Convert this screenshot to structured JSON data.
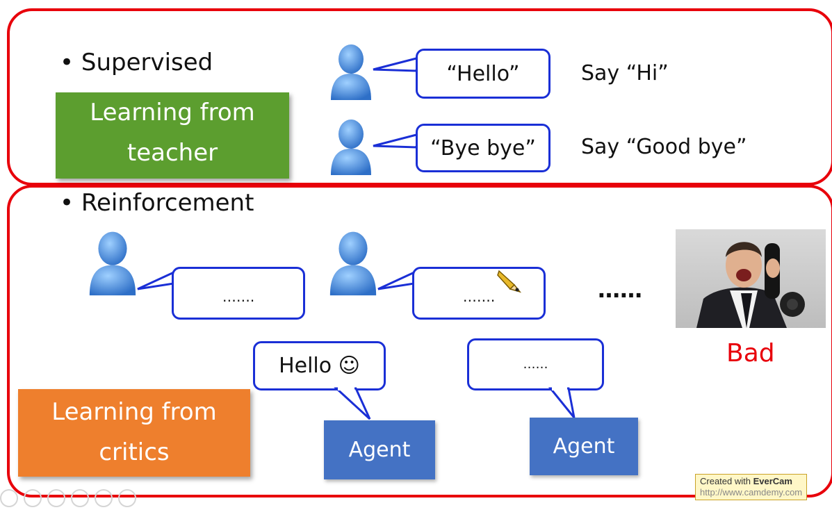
{
  "supervised": {
    "bullet": "• Supervised",
    "label_line1": "Learning from",
    "label_line2": "teacher",
    "rows": [
      {
        "quote": "“Hello”",
        "response": "Say “Hi”"
      },
      {
        "quote": "“Bye bye”",
        "response": "Say “Good bye”"
      }
    ]
  },
  "reinforcement": {
    "bullet": "• Reinforcement",
    "label_line1": "Learning from",
    "label_line2": "critics",
    "user_bubbles": [
      "…….",
      "……."
    ],
    "continuation": "……",
    "agent_bubbles": [
      "Hello ☺",
      "……"
    ],
    "agent_label": "Agent",
    "feedback": "Bad"
  },
  "watermark": {
    "line1_prefix": "Created with ",
    "line1_brand": "EverCam",
    "line2": "http://www.camdemy.com"
  },
  "colors": {
    "frame": "#e8000b",
    "bubble_border": "#1a2fd6",
    "teacher_box": "#5c9e2f",
    "critic_box": "#ee7f2d",
    "agent_box": "#4472c4",
    "user_icon": "#4a90d9"
  }
}
